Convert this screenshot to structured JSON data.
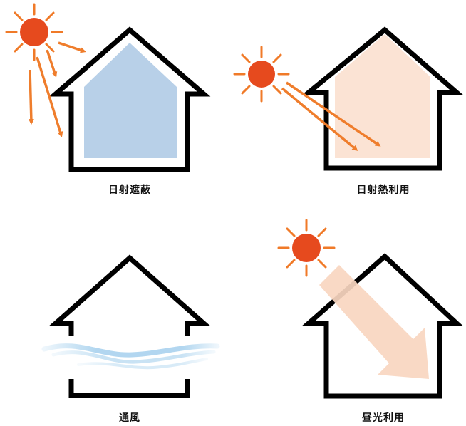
{
  "panels": [
    {
      "label": "日射遮蔽"
    },
    {
      "label": "日射熱利用"
    },
    {
      "label": "通風"
    },
    {
      "label": "昼光利用"
    }
  ],
  "colors": {
    "house_outline": "#000000",
    "sun": "#e64a1e",
    "sun_rays": "#f07a28",
    "arrows": "#ef7d2c",
    "shade_interior": "#b8d0e8",
    "heat_interior": "#fbe3d4",
    "daylight_beam": "#f9d6c0",
    "wind": "#a9d2ee"
  }
}
